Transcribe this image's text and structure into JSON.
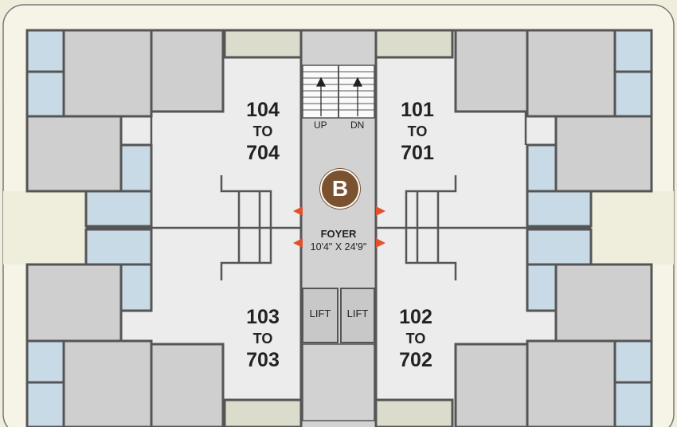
{
  "units": {
    "top_left": {
      "from": "104",
      "to_word": "TO",
      "to": "704"
    },
    "top_right": {
      "from": "101",
      "to_word": "TO",
      "to": "701"
    },
    "bottom_left": {
      "from": "103",
      "to_word": "TO",
      "to": "703"
    },
    "bottom_right": {
      "from": "102",
      "to_word": "TO",
      "to": "702"
    }
  },
  "staircase": {
    "up_label": "UP",
    "down_label": "DN"
  },
  "lifts": [
    "LIFT",
    "LIFT"
  ],
  "foyer": {
    "name": "FOYER",
    "dimensions": "10'4\" X 24'9\""
  },
  "block": {
    "letter": "B",
    "color": "#7a5230"
  },
  "colors": {
    "room": "#cfcfcf",
    "wet_area": "#c7dae6",
    "corridor": "#ececec",
    "wall": "#5a5a5a",
    "arrow": "#e0522a"
  }
}
